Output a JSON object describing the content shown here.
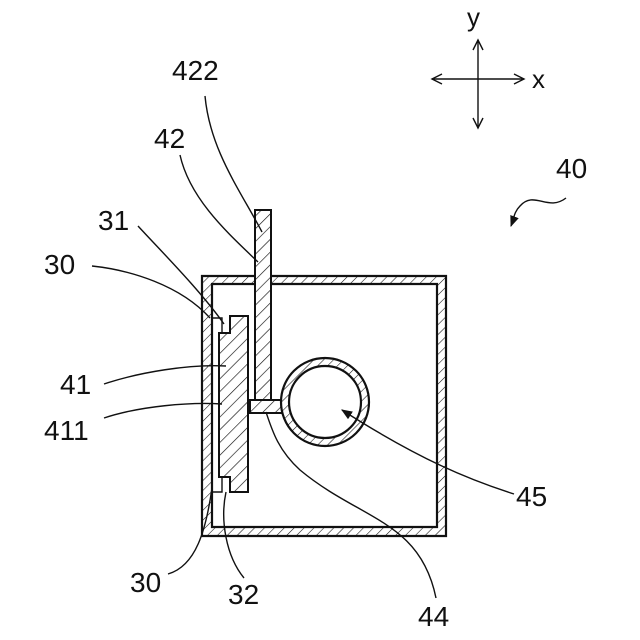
{
  "axes": {
    "x_label": "x",
    "y_label": "y"
  },
  "labels": {
    "assembly": "40",
    "rod_top": "422",
    "rod": "42",
    "recess_top": "31",
    "wall_upper": "30",
    "plate": "41",
    "plate_face": "411",
    "wall_lower": "30",
    "recess_bottom": "32",
    "connector": "44",
    "tube": "45"
  }
}
